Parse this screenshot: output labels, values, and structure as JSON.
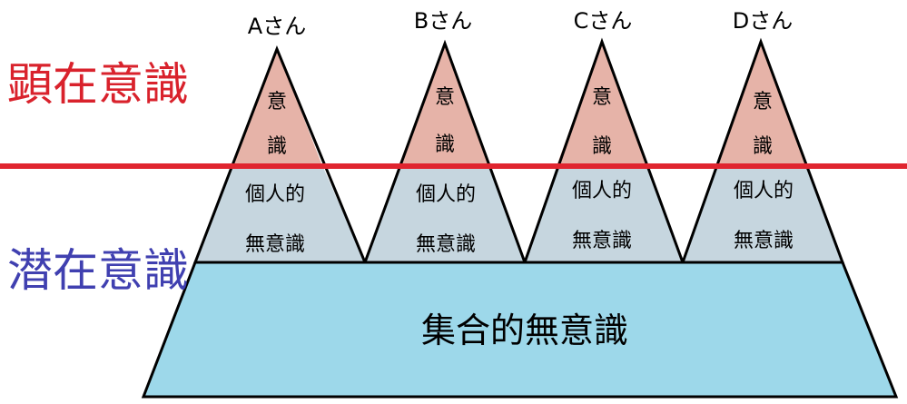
{
  "diagram": {
    "conscious_label": "顕在意識",
    "subconscious_label": "潜在意識",
    "collective_label": "集合的無意識",
    "people": [
      {
        "name": "Aさん",
        "conscious_top": "意",
        "conscious_bottom": "識",
        "personal_top": "個人的",
        "personal_bottom": "無意識"
      },
      {
        "name": "Bさん",
        "conscious_top": "意",
        "conscious_bottom": "識",
        "personal_top": "個人的",
        "personal_bottom": "無意識"
      },
      {
        "name": "Cさん",
        "conscious_top": "意",
        "conscious_bottom": "識",
        "personal_top": "個人的",
        "personal_bottom": "無意識"
      },
      {
        "name": "Dさん",
        "conscious_top": "意",
        "conscious_bottom": "識",
        "personal_top": "個人的",
        "personal_bottom": "無意識"
      }
    ],
    "colors": {
      "conscious_fill": "#e6b3a8",
      "personal_fill": "#c6d6df",
      "collective_fill": "#9dd8ea",
      "outline": "#000000",
      "divider": "#e0252f",
      "conscious_text": "#d9222c",
      "subconscious_text": "#4040b0"
    }
  }
}
